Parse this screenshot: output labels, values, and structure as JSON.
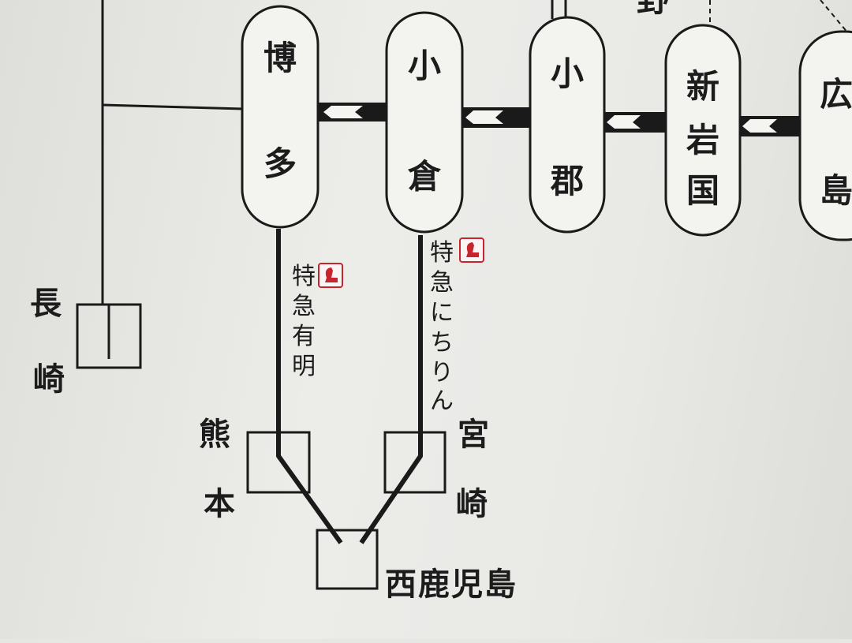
{
  "route_map": {
    "stations": [
      {
        "id": "hakata",
        "chars": [
          "博",
          "多"
        ]
      },
      {
        "id": "kokura",
        "chars": [
          "小",
          "倉"
        ]
      },
      {
        "id": "ogori",
        "chars": [
          "小",
          "郡"
        ]
      },
      {
        "id": "shin-iwakuni",
        "chars": [
          "新",
          "岩",
          "国"
        ]
      },
      {
        "id": "hiroshima",
        "chars": [
          "広",
          "島"
        ]
      }
    ],
    "partial_top_label": "野",
    "terminals": {
      "nagasaki": {
        "chars": [
          "長",
          "崎"
        ]
      },
      "kumamoto": {
        "chars": [
          "熊",
          "本"
        ]
      },
      "miyazaki": {
        "chars": [
          "宮",
          "崎"
        ]
      },
      "nishi_kagoshima": {
        "label": "西鹿児島"
      }
    },
    "trains": [
      {
        "id": "ariake",
        "chars": [
          "特",
          "急",
          "有",
          "明"
        ]
      },
      {
        "id": "nichirin",
        "chars": [
          "特",
          "急",
          "に",
          "ち",
          "り",
          "ん"
        ]
      }
    ],
    "colors": {
      "line": "#1a1a1a",
      "board": "#e8e8e5",
      "express_icon": "#c8242c"
    },
    "express_icon": "red-express-mark-icon"
  }
}
